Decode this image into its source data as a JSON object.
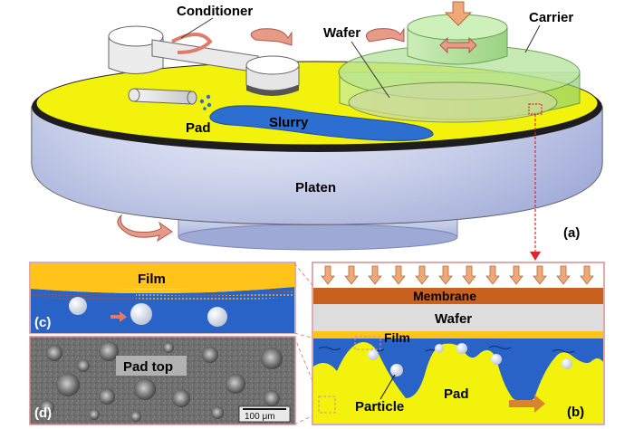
{
  "labels": {
    "conditioner": "Conditioner",
    "carrier": "Carrier",
    "wafer_top": "Wafer",
    "pad_top": "Pad",
    "slurry": "Slurry",
    "platen": "Platen",
    "panel_a": "(a)",
    "film_c": "Film",
    "panel_c": "(c)",
    "pad_top_micro": "Pad top",
    "panel_d": "(d)",
    "scale_bar": "100 μm",
    "membrane": "Membrane",
    "wafer_b": "Wafer",
    "film_b": "Film",
    "particle": "Particle",
    "pad_b": "Pad",
    "panel_b": "(b)"
  },
  "colors": {
    "pad": "#f2f20c",
    "slurry": "#2c6fd0",
    "platen_light": "#dde4f4",
    "platen_mid": "#a9b4dc",
    "carrier_green": "#9fd886",
    "arrow_salmon": "#e79a86",
    "film": "#ffc31a",
    "membrane": "#c8601e",
    "wafer_gray": "#dddddd",
    "frame_pink": "#d58d8d",
    "callout_red": "#e0242a"
  },
  "icons": {
    "rotation": "curved-rotation-arrow-icon",
    "downforce": "down-arrow-icon",
    "oscillation": "double-arrow-icon"
  }
}
